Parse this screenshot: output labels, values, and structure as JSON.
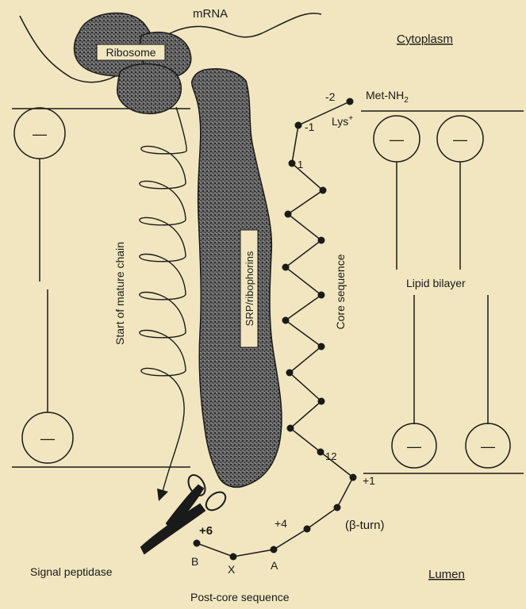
{
  "labels": {
    "mrna": "mRNA",
    "ribosome": "Ribosome",
    "cytoplasm": "Cytoplasm",
    "met_nh2": "Met-NH",
    "met_sub": "2",
    "lys": "Lys",
    "lys_sup": "+",
    "pos_minus2": "-2",
    "pos_minus1": "-1",
    "pos_1": "1",
    "pos_12": "12",
    "pos_plus1": "+1",
    "pos_plus4": "+4",
    "pos_plus6": "+6",
    "beta_turn": "(β-turn)",
    "srp": "SRP/ribophorins",
    "core_sequence": "Core sequence",
    "start_mature": "Start of mature chain",
    "lipid_bilayer": "Lipid bilayer",
    "signal_peptidase": "Signal peptidase",
    "post_core": "Post-core sequence",
    "lumen": "Lumen",
    "residue_b": "B",
    "residue_x": "X",
    "residue_a": "A",
    "minus_sign": "—"
  },
  "colors": {
    "paper": "#f1e6bf",
    "ink": "#1a1a1a",
    "stipple": "#3a3a3a"
  }
}
